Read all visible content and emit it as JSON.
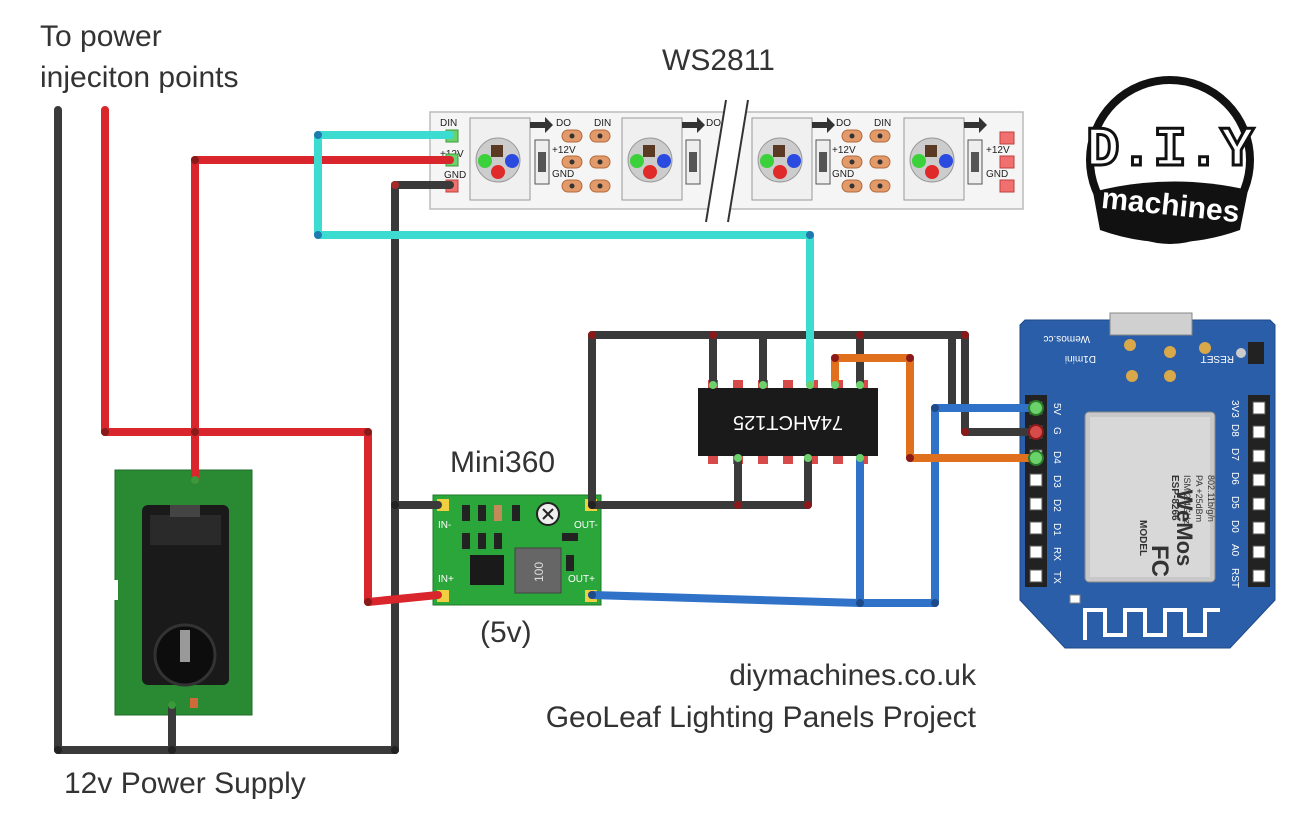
{
  "labels": {
    "power_injection_line1": "To power",
    "power_injection_line2": "injeciton points",
    "strip_title": "WS2811",
    "converter_title": "Mini360",
    "converter_voltage": "(5v)",
    "power_supply": "12v Power Supply",
    "website": "diymachines.co.uk",
    "project": "GeoLeaf Lighting Panels Project"
  },
  "logo": {
    "top": "D.I.Y",
    "bottom": "machines"
  },
  "strip": {
    "pins_in": [
      "DIN",
      "+12V",
      "GND"
    ],
    "pins_out": [
      "DO",
      "+12V",
      "GND"
    ],
    "pad_labels": [
      "DO",
      "DIN",
      "+12V",
      "GND"
    ]
  },
  "converter": {
    "in_minus": "IN-",
    "in_plus": "IN+",
    "out_minus": "OUT-",
    "out_plus": "OUT+",
    "inductor": "100"
  },
  "ic": {
    "part": "74AHCT125"
  },
  "d1mini": {
    "brand": "Wemos.cc",
    "model": "D1mini",
    "reset": "RESET",
    "left_pins": [
      "5V",
      "G",
      "D4",
      "D3",
      "D2",
      "D1",
      "RX",
      "TX"
    ],
    "right_pins": [
      "3V3",
      "D8",
      "D7",
      "D6",
      "D5",
      "D0",
      "A0",
      "RST"
    ],
    "module_logo": "WeMos",
    "module_lines": [
      "ESP-8266",
      "ISM 2.4GHz",
      "PA +25dBm",
      "802.11b/g/n"
    ],
    "module_model": "MODEL",
    "fc": "FC"
  },
  "colors": {
    "red_wire": "#d8262c",
    "black_wire": "#3a3a3a",
    "cyan_wire": "#3ddcd0",
    "blue_wire": "#2f72c8",
    "orange_wire": "#e0701e",
    "pcb_green": "#2f8f3a",
    "d1_blue": "#2a5ea8"
  }
}
